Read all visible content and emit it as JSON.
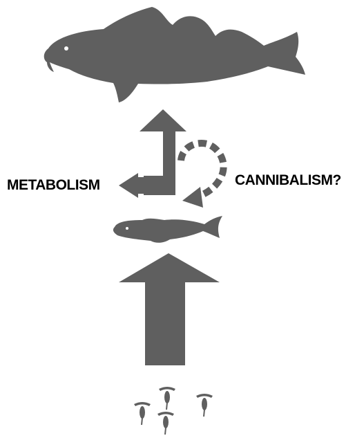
{
  "labels": {
    "metabolism": "METABOLISM",
    "cannibalism": "CANNIBALISM?"
  },
  "colors": {
    "shape": "#5f5f5f",
    "text": "#000000",
    "background": "#ffffff"
  },
  "icons": {
    "adult_fish": "cod-silhouette-icon",
    "juvenile_fish": "juvenile-fish-icon",
    "larvae": "larva-icon"
  },
  "larvae_count": 4
}
